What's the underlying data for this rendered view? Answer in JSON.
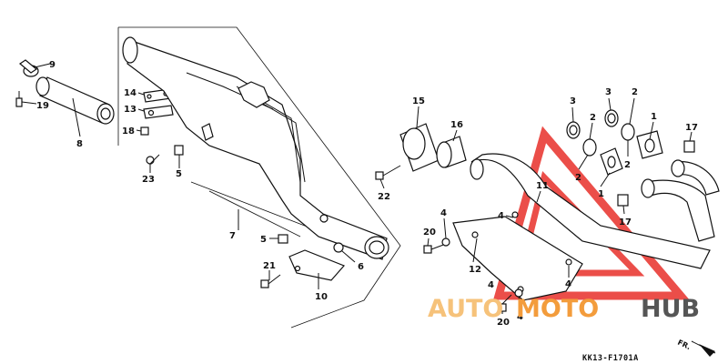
{
  "diagram": {
    "reference_code": "KK13-F1701A",
    "direction_label": "FR.",
    "watermark": {
      "part1": "AUTO",
      "part2": "MOTO",
      "part3": "HUB",
      "color_light": "#f6c27a",
      "color_mid": "#f39c3c",
      "color_dark": "#555555",
      "triangle_color": "#e8302a"
    },
    "callouts": [
      {
        "id": "9",
        "label": "9"
      },
      {
        "id": "19",
        "label": "19"
      },
      {
        "id": "8",
        "label": "8"
      },
      {
        "id": "14",
        "label": "14"
      },
      {
        "id": "13",
        "label": "13"
      },
      {
        "id": "18",
        "label": "18"
      },
      {
        "id": "5a",
        "label": "5"
      },
      {
        "id": "23",
        "label": "23"
      },
      {
        "id": "7",
        "label": "7"
      },
      {
        "id": "5b",
        "label": "5"
      },
      {
        "id": "21",
        "label": "21"
      },
      {
        "id": "10",
        "label": "10"
      },
      {
        "id": "6",
        "label": "6"
      },
      {
        "id": "15",
        "label": "15"
      },
      {
        "id": "16",
        "label": "16"
      },
      {
        "id": "22",
        "label": "22"
      },
      {
        "id": "4a",
        "label": "4"
      },
      {
        "id": "20a",
        "label": "20"
      },
      {
        "id": "4b",
        "label": "4"
      },
      {
        "id": "11",
        "label": "11"
      },
      {
        "id": "12",
        "label": "12"
      },
      {
        "id": "4c",
        "label": "4"
      },
      {
        "id": "20b",
        "label": "20"
      },
      {
        "id": "4d",
        "label": "4"
      },
      {
        "id": "3a",
        "label": "3"
      },
      {
        "id": "3b",
        "label": "3"
      },
      {
        "id": "2a",
        "label": "2"
      },
      {
        "id": "2b",
        "label": "2"
      },
      {
        "id": "2c",
        "label": "2"
      },
      {
        "id": "2d",
        "label": "2"
      },
      {
        "id": "1a",
        "label": "1"
      },
      {
        "id": "1b",
        "label": "1"
      },
      {
        "id": "17a",
        "label": "17"
      },
      {
        "id": "17b",
        "label": "17"
      },
      {
        "id": "4e",
        "label": "4"
      }
    ]
  }
}
